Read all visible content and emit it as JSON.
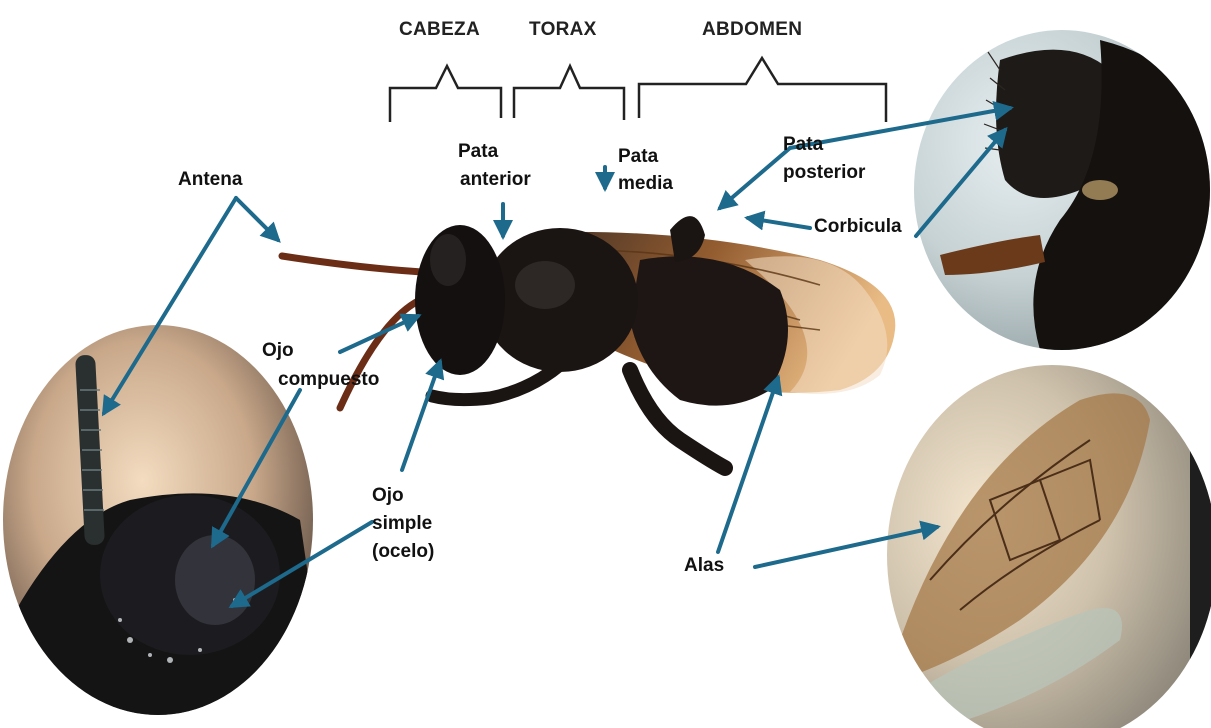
{
  "sections": {
    "head": "CABEZA",
    "thorax": "TORAX",
    "abdomen": "ABDOMEN"
  },
  "labels": {
    "antenna": "Antena",
    "front_leg_1": "Pata",
    "front_leg_2": "anterior",
    "mid_leg_1": "Pata",
    "mid_leg_2": "media",
    "hind_leg_1": "Pata",
    "hind_leg_2": "posterior",
    "corbicula": "Corbicula",
    "compound_eye_1": "Ojo",
    "compound_eye_2": "compuesto",
    "simple_eye_1": "Ojo",
    "simple_eye_2": "simple",
    "simple_eye_3": "(ocelo)",
    "wings": "Alas"
  },
  "colors": {
    "arrow": "#1d6a8c",
    "bracket": "#222222",
    "insect_body": "#1a1412",
    "wing": "#b8722c"
  }
}
